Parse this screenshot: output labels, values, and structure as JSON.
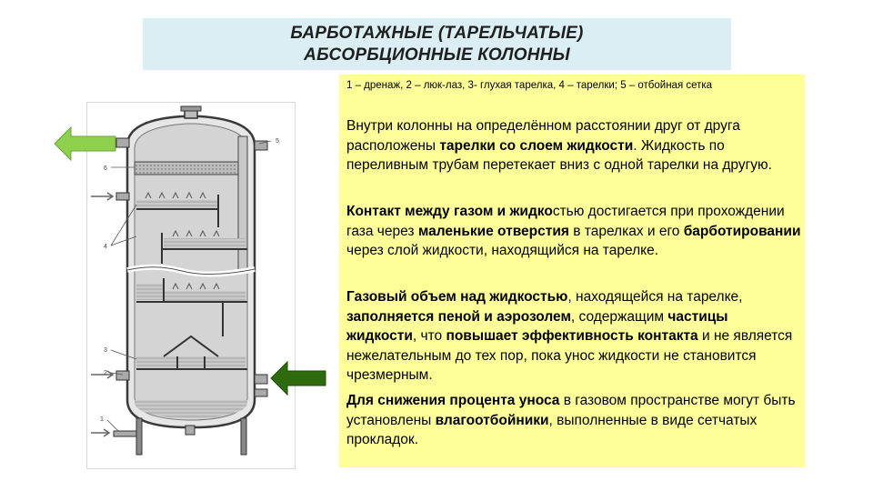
{
  "title": {
    "line1": "БАРБОТАЖНЫЕ (ТАРЕЛЬЧАТЫЕ)",
    "line2": "АБСОРБЦИОННЫЕ КОЛОННЫ"
  },
  "legend": "1 – дренаж, 2 – люк-лаз, 3- глухая тарелка, 4 – тарелки; 5 – отбойная сетка",
  "paragraphs": {
    "p1": {
      "t1": "Внутри колонны на определённом расстоянии друг от друга расположены ",
      "b1": "тарелки со слоем жидкости",
      "t2": ". Жидкость по переливным трубам перетекает вниз с одной тарелки на другую."
    },
    "p2": {
      "b1": "Контакт между газом и жидко",
      "t1": "стью достигается при прохождении газа через ",
      "b2": "маленькие отверстия",
      "t2": " в тарелках и его ",
      "b3": "барботировании",
      "t3": " через слой жидкости, находящийся на тарелке."
    },
    "p3": {
      "b1": "Газовый объем над жидкостью",
      "t1": ", находящейся на тарелке, ",
      "b2": "заполняется пеной и аэрозолем",
      "t2": ", содержащим ",
      "b3": "частицы жидкости",
      "t3": ", что ",
      "b4": "повышает эффективность контакта",
      "t4": " и не является нежелательным до тех пор, пока унос жидкости не становится чрезмерным."
    },
    "p4": {
      "b1": "Для снижения процента уноса",
      "t1": " в газовом пространстве могут быть установлены ",
      "b2": "влагоотбойники",
      "t2": ", выполненные в виде сетчатых прокладок."
    }
  },
  "diagram_labels": {
    "n5": "5",
    "n6": "6",
    "n4": "4",
    "n3": "3",
    "n2": "2",
    "n1": "1"
  },
  "colors": {
    "title_bg": "#daeef3",
    "panel_bg": "#ffff99",
    "arrow_light": "#8fd14f",
    "arrow_dark": "#2e6b0e"
  },
  "icons": {
    "gas_out_arrow": "arrow-left",
    "gas_in_arrow": "arrow-left"
  }
}
